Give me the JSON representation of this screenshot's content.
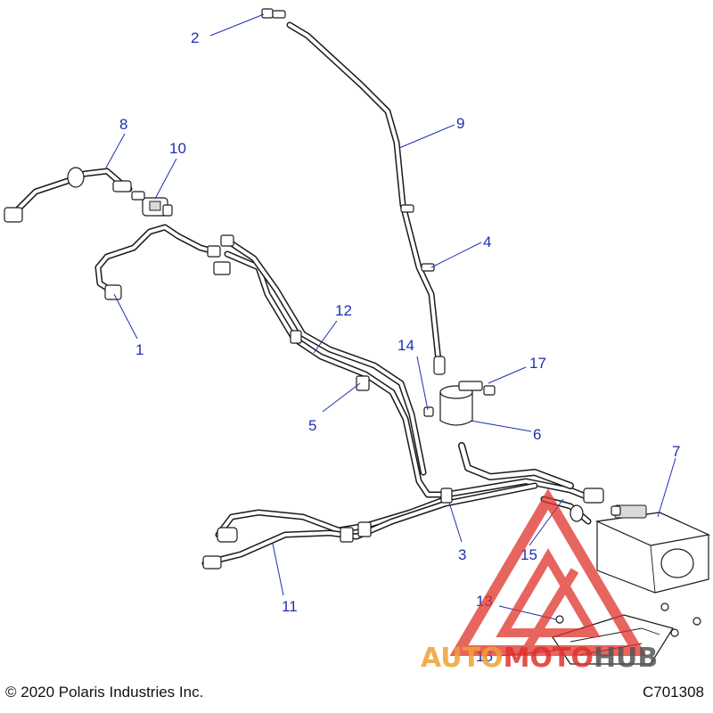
{
  "diagram": {
    "callouts": [
      "1",
      "2",
      "3",
      "4",
      "5",
      "6",
      "7",
      "8",
      "9",
      "10",
      "11",
      "12",
      "13",
      "14",
      "15",
      "16",
      "17"
    ]
  },
  "footer": {
    "copyright": "© 2020 Polaris Industries Inc.",
    "drawing_code": "C701308"
  },
  "watermark": {
    "auto": "AUTO",
    "moto": "MOTO",
    "hub": "HUB"
  },
  "colors": {
    "callout": "#1f2fb0",
    "line_art": "#1a1a1a",
    "watermark_red": "#e0322a",
    "watermark_orange": "#f0a030",
    "watermark_grey": "#555555"
  }
}
